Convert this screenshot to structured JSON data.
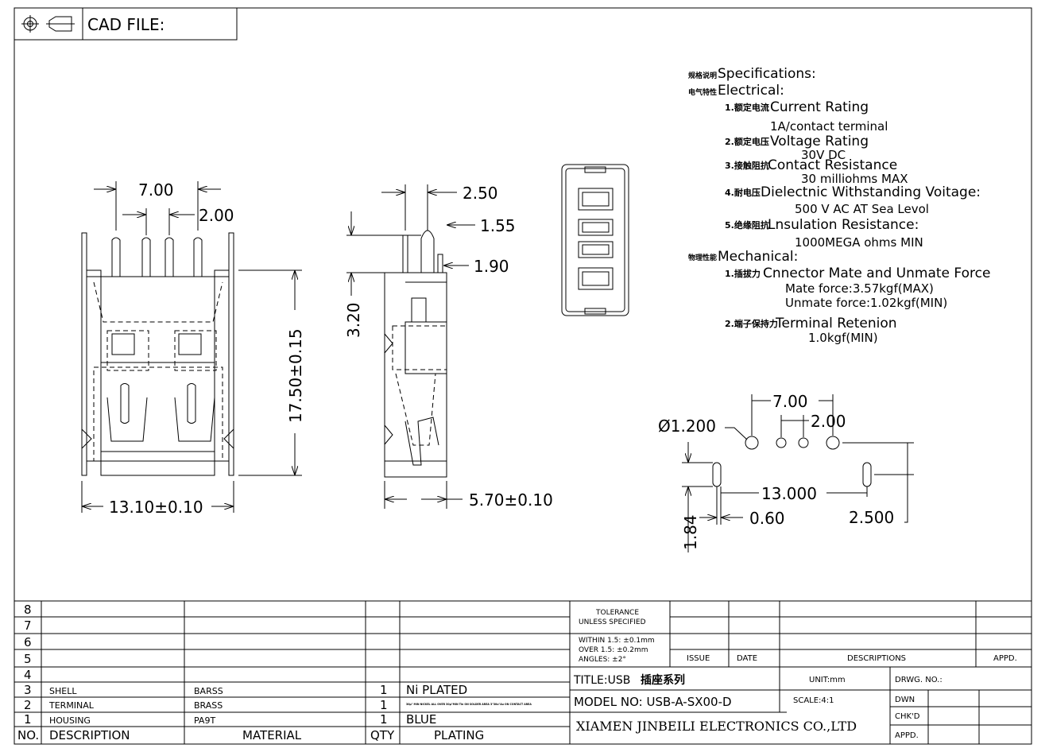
{
  "header": {
    "cad_label": "CAD FILE:",
    "projection_symbol": "third-angle-projection-icon"
  },
  "specs": {
    "heading_cn": "规格说明",
    "heading": "Specifications:",
    "electrical_cn": "电气特性",
    "electrical": "Electrical:",
    "item1_cn": "1.额定电流",
    "item1": "Current  Rating",
    "item1_val": "1A/contact  terminal",
    "item2_cn": "2.额定电压",
    "item2": "Voltage  Rating",
    "item2_val": "30V  DC",
    "item3_cn": "3.接触阻抗",
    "item3": "Contact  Resistance",
    "item3_val": "30  milliohms  MAX",
    "item4_cn": "4.耐电压",
    "item4": "Dielectnic  Withstanding  Voitage:",
    "item4_val": "500  V  AC  AT  Sea  Levol",
    "item5_cn": "5.绝缘阻抗",
    "item5": "Lnsulation  Resistance:",
    "item5_val": "1000MEGA  ohms  MIN",
    "mechanical_cn": "物理性能",
    "mechanical": "Mechanical:",
    "m1_cn": "1.插拔力",
    "m1": "Cnnector  Mate  and  Unmate  Force",
    "m1_val1": "Mate  force:3.57kgf(MAX)",
    "m1_val2": "Unmate  force:1.02kgf(MIN)",
    "m2_cn": "2.端子保持力",
    "m2": "Terminal  Retenion",
    "m2_val": "1.0kgf(MIN)"
  },
  "dims": {
    "front_pitch_outer": "7.00",
    "front_pitch": "2.00",
    "front_height": "17.50±0.15",
    "front_width": "13.10±0.10",
    "side_a": "2.50",
    "side_b": "1.55",
    "side_c": "1.90",
    "side_d": "3.20",
    "side_width": "5.70±0.10",
    "pcb_hole": "Ø1.200",
    "pcb_outer": "7.00",
    "pcb_pitch": "2.00",
    "pcb_span": "13.000",
    "pcb_slot_w": "0.60",
    "pcb_slot_h": "1.84",
    "pcb_offset": "2.500"
  },
  "bom": {
    "row_numbers": [
      "8",
      "7",
      "6",
      "5",
      "4",
      "3",
      "2",
      "1"
    ],
    "rows": [
      {
        "no": "3",
        "desc": "SHELL",
        "material": "BARSS",
        "qty": "1",
        "plating": "Ni PLATED"
      },
      {
        "no": "2",
        "desc": "TERMINAL",
        "material": "BRASS",
        "qty": "1",
        "plating": "30μ\" MIN NICKEL ALL OVER 30μ\"MIN Tin ON SOLDER AREA 3\"30u\"Au ON CONTACT AREA"
      },
      {
        "no": "1",
        "desc": "HOUSING",
        "material": "PA9T",
        "qty": "1",
        "plating": "BLUE"
      }
    ],
    "headers": {
      "no": "NO.",
      "desc": "DESCRIPTION",
      "material": "MATERIAL",
      "qty": "QTY",
      "plating": "PLATING"
    }
  },
  "titleblock": {
    "tolerance": "TOLERANCE",
    "unless": "UNLESS  SPECIFIED",
    "within": "WITHIN  1.5: ±0.1mm",
    "over": "OVER  1.5:  ±0.2mm",
    "angles": "ANGLES: ±2°",
    "issue": "ISSUE",
    "date": "DATE",
    "descriptions": "DESCRIPTIONS",
    "appd_col": "APPD.",
    "title_label": "TITLE:USB",
    "title_cn": "插座系列",
    "unit": "UNIT:mm",
    "drwg": "DRWG. NO.:",
    "model": "MODEL  NO: USB-A-SX00-D",
    "scale": "SCALE:4:1",
    "dwn": "DWN",
    "chkd": "CHK'D",
    "appd": "APPD.",
    "company": "XIAMEN JINBEILI ELECTRONICS CO.,LTD"
  }
}
